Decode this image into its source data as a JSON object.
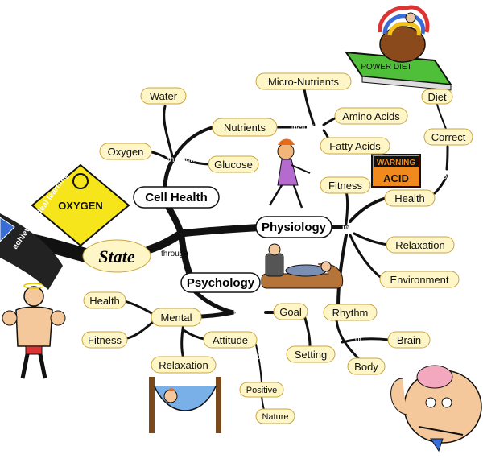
{
  "nodes": {
    "state": "State",
    "cell_health": "Cell Health",
    "physiology": "Physiology",
    "psychology": "Psychology",
    "nutrients": "Nutrients",
    "water": "Water",
    "oxygen": "Oxygen",
    "glucose": "Glucose",
    "micro_nutrients": "Micro-Nutrients",
    "amino_acids": "Amino Acids",
    "fatty_acids": "Fatty Acids",
    "fitness_right": "Fitness",
    "health_right": "Health",
    "correct": "Correct",
    "diet": "Diet",
    "relaxation_right": "Relaxation",
    "environment": "Environment",
    "rhythm": "Rhythm",
    "brain": "Brain",
    "body": "Body",
    "mental": "Mental",
    "health_left": "Health",
    "fitness_left": "Fitness",
    "relaxation_left": "Relaxation",
    "attitude": "Attitude",
    "positive": "Positive",
    "nature": "Nature",
    "goal": "Goal",
    "setting": "Setting"
  },
  "connectors": {
    "through_cell": "through",
    "through_state": "through",
    "through_goal": "through",
    "through_health": "through",
    "including": "including",
    "ie": "ie",
    "of_brain": "of",
    "of_attitude": "of"
  },
  "banner": "achieving ideal learning",
  "signs": {
    "oxygen_sign": "OXYGEN",
    "warning": "WARNING",
    "acid": "ACID",
    "book_title": "POWER DIET"
  },
  "colors": {
    "pill_fill": "#fff6c8",
    "branch": "#111111",
    "oxygen_sign": "#f6e51a",
    "warning_orange": "#f08a1c",
    "book_green": "#4fbf3a"
  }
}
